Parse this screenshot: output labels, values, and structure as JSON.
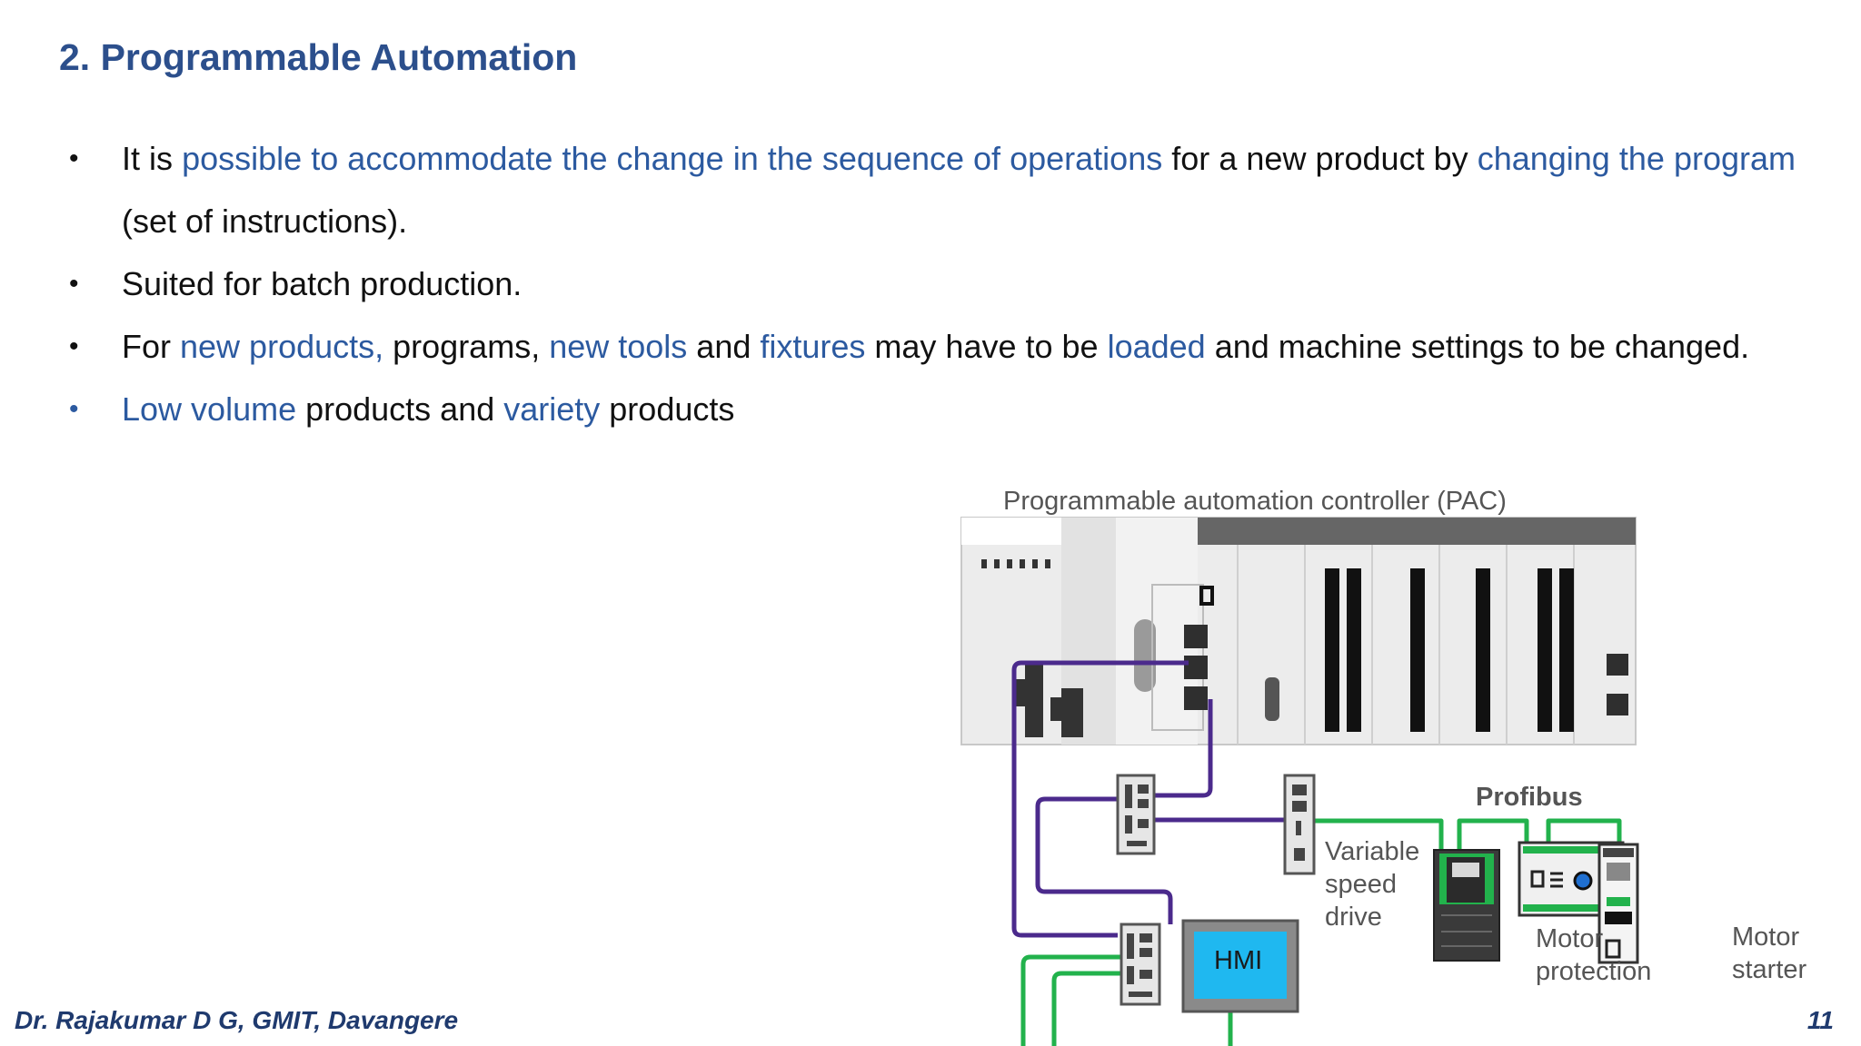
{
  "slide": {
    "title": "2. Programmable Automation",
    "bullets": [
      {
        "parts": [
          {
            "t": "It is ",
            "hl": false
          },
          {
            "t": "possible to accommodate the change in the sequence of operations",
            "hl": true
          },
          {
            "t": " for a new product by ",
            "hl": false
          },
          {
            "t": "changing the program",
            "hl": true
          },
          {
            "t": " (set of instructions).",
            "hl": false
          }
        ]
      },
      {
        "parts": [
          {
            "t": "Suited for batch production.",
            "hl": false
          }
        ]
      },
      {
        "parts": [
          {
            "t": "For ",
            "hl": false
          },
          {
            "t": "new products,",
            "hl": true
          },
          {
            "t": " programs, ",
            "hl": false
          },
          {
            "t": "new tools",
            "hl": true
          },
          {
            "t": " and ",
            "hl": false
          },
          {
            "t": "fixtures",
            "hl": true
          },
          {
            "t": " may have to be ",
            "hl": false
          },
          {
            "t": "loaded",
            "hl": true
          },
          {
            "t": " and machine settings to be changed.",
            "hl": false
          }
        ]
      },
      {
        "blue_dot": true,
        "parts": [
          {
            "t": "Low volume",
            "hl": true
          },
          {
            "t": " products and ",
            "hl": false
          },
          {
            "t": "variety",
            "hl": true
          },
          {
            "t": " products",
            "hl": false
          }
        ]
      }
    ],
    "bullet_symbol": "•"
  },
  "diagram": {
    "pac_label": "Programmable automation controller (PAC)",
    "profibus_label": "Profibus",
    "vsd_label": [
      "Variable",
      "speed",
      "drive"
    ],
    "motor_protection_label": [
      "Motor",
      "protection"
    ],
    "motor_starter_label": [
      "Motor",
      "starter"
    ],
    "hmi_label": "HMI",
    "colors": {
      "ethernet": "#4b2a8c",
      "profibus": "#22b24c",
      "hmi_screen": "#1fb8f0",
      "highlight": "#2c5aa0"
    }
  },
  "footer": {
    "author": "Dr. Rajakumar D G, GMIT, Davangere",
    "page": "11"
  }
}
